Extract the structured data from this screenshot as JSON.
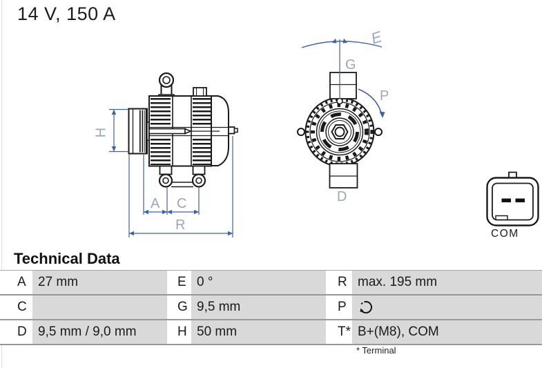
{
  "header": {
    "rating": "14 V, 150 A"
  },
  "drawing": {
    "side_view": {
      "labels": {
        "h": "H",
        "a": "A",
        "c": "C",
        "r": "R"
      }
    },
    "front_view": {
      "labels": {
        "e": "E",
        "g": "G",
        "p": "P",
        "d": "D"
      }
    },
    "connector": {
      "label": "COM"
    }
  },
  "table": {
    "title": "Technical Data",
    "rows": [
      [
        {
          "key": "A",
          "value": "27 mm"
        },
        {
          "key": "E",
          "value": "0 °"
        },
        {
          "key": "R",
          "value": "max. 195 mm"
        }
      ],
      [
        {
          "key": "C",
          "value": ""
        },
        {
          "key": "G",
          "value": "9,5 mm"
        },
        {
          "key": "P",
          "value": ""
        }
      ],
      [
        {
          "key": "D",
          "value": "9,5 mm / 9,0 mm"
        },
        {
          "key": "H",
          "value": "50 mm"
        },
        {
          "key": "T*",
          "value": "B+(M8), COM"
        }
      ]
    ],
    "footnote": "* Terminal"
  },
  "colors": {
    "dimension_blue": "#3f62a0",
    "label_gray": "#9aa6bb",
    "cell_gray": "#d9d9d9",
    "line_black": "#1a1a1a"
  }
}
